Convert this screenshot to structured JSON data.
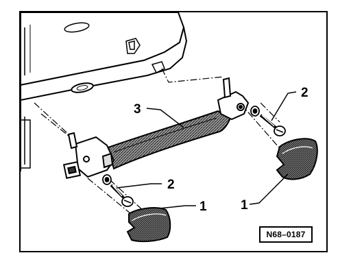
{
  "callouts": {
    "label_1_right": "1",
    "label_1_bottom": "1",
    "label_2_top": "2",
    "label_2_bottom": "2",
    "label_3": "3"
  },
  "reference": "N68–0187",
  "colors": {
    "ink": "#000000",
    "paper": "#ffffff",
    "shade": "#555555"
  }
}
